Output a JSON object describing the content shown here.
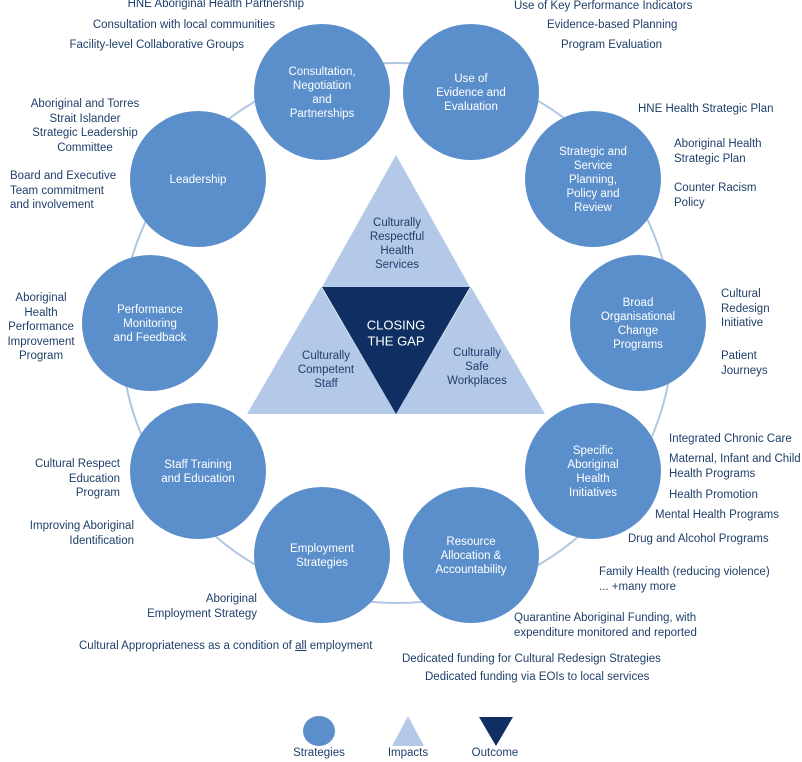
{
  "colors": {
    "strategy_circle": "#5b8fcb",
    "impact_triangle": "#b4c9e8",
    "outcome_triangle": "#0f2f63",
    "ring": "#b0c6e2",
    "text_dark": "#1f3f6a"
  },
  "outcome": {
    "lines": [
      "CLOSING",
      "THE GAP"
    ]
  },
  "impacts": [
    {
      "id": "top",
      "lines": [
        "Culturally",
        "Respectful",
        "Health",
        "Services"
      ]
    },
    {
      "id": "left",
      "lines": [
        "Culturally",
        "Competent",
        "Staff"
      ]
    },
    {
      "id": "right",
      "lines": [
        "Culturally",
        "Safe",
        "Workplaces"
      ]
    }
  ],
  "strategies": [
    {
      "id": "consultation",
      "lines": [
        "Consultation,",
        "Negotiation",
        "and",
        "Partnerships"
      ]
    },
    {
      "id": "evaluation",
      "lines": [
        "Use of",
        "Evidence and",
        "Evaluation"
      ]
    },
    {
      "id": "planning",
      "lines": [
        "Strategic and",
        "Service",
        "Planning,",
        "Policy and",
        "Review"
      ]
    },
    {
      "id": "change",
      "lines": [
        "Broad",
        "Organisational",
        "Change",
        "Programs"
      ]
    },
    {
      "id": "initiatives",
      "lines": [
        "Specific",
        "Aboriginal",
        "Health",
        "Initiatives"
      ]
    },
    {
      "id": "resource",
      "lines": [
        "Resource",
        "Allocation &",
        "Accountability"
      ]
    },
    {
      "id": "employment",
      "lines": [
        "Employment",
        "Strategies"
      ]
    },
    {
      "id": "training",
      "lines": [
        "Staff Training",
        "and Education"
      ]
    },
    {
      "id": "performance",
      "lines": [
        "Performance",
        "Monitoring",
        "and Feedback"
      ]
    },
    {
      "id": "leadership",
      "lines": [
        "Leadership"
      ]
    }
  ],
  "annotations": {
    "hne_partnership": [
      "HNE Aboriginal Health Partnership"
    ],
    "consultation_communities": [
      "Consultation with local communities"
    ],
    "facility_groups": [
      "Facility-level Collaborative Groups"
    ],
    "kpi": [
      "Use of Key Performance Indicators"
    ],
    "evidence_planning": [
      "Evidence-based Planning"
    ],
    "program_evaluation": [
      "Program Evaluation"
    ],
    "hne_strategic_plan": [
      "HNE Health Strategic Plan"
    ],
    "aboriginal_strategic_plan": [
      "Aboriginal Health",
      "Strategic Plan"
    ],
    "counter_racism": [
      "Counter Racism",
      "Policy"
    ],
    "cultural_redesign": [
      "Cultural",
      "Redesign",
      "Initiative"
    ],
    "patient_journeys": [
      "Patient",
      "Journeys"
    ],
    "chronic_care": [
      "Integrated Chronic Care"
    ],
    "maternal_child": [
      "Maternal, Infant and Child",
      "Health Programs"
    ],
    "health_promotion": [
      "Health Promotion"
    ],
    "mental_health": [
      "Mental Health Programs"
    ],
    "drug_alcohol": [
      "Drug and Alcohol Programs"
    ],
    "family_health": [
      "Family Health (reducing violence)",
      "... +many more"
    ],
    "quarantine_funding": [
      "Quarantine Aboriginal Funding, with",
      "expenditure monitored and reported"
    ],
    "dedicated_cultural": [
      "Dedicated funding for Cultural Redesign Strategies"
    ],
    "dedicated_eois": [
      "Dedicated funding via EOIs to local services"
    ],
    "cultural_appropriateness": [
      "Cultural Appropriateness as a condition of all employment"
    ],
    "aboriginal_employment": [
      "Aboriginal",
      "Employment Strategy"
    ],
    "improving_identification": [
      "Improving Aboriginal",
      "Identification"
    ],
    "cultural_respect_program": [
      "Cultural Respect",
      "Education",
      "Program"
    ],
    "performance_program": [
      "Aboriginal",
      "Health",
      "Performance",
      "Improvement",
      "Program"
    ],
    "board_executive": [
      "Board and Executive",
      "Team commitment",
      "and involvement"
    ],
    "strait_islander": [
      "Aboriginal and Torres",
      "Strait Islander",
      "Strategic Leadership",
      "Committee"
    ]
  },
  "legend": {
    "strategies": "Strategies",
    "impacts": "Impacts",
    "outcome": "Outcome"
  }
}
